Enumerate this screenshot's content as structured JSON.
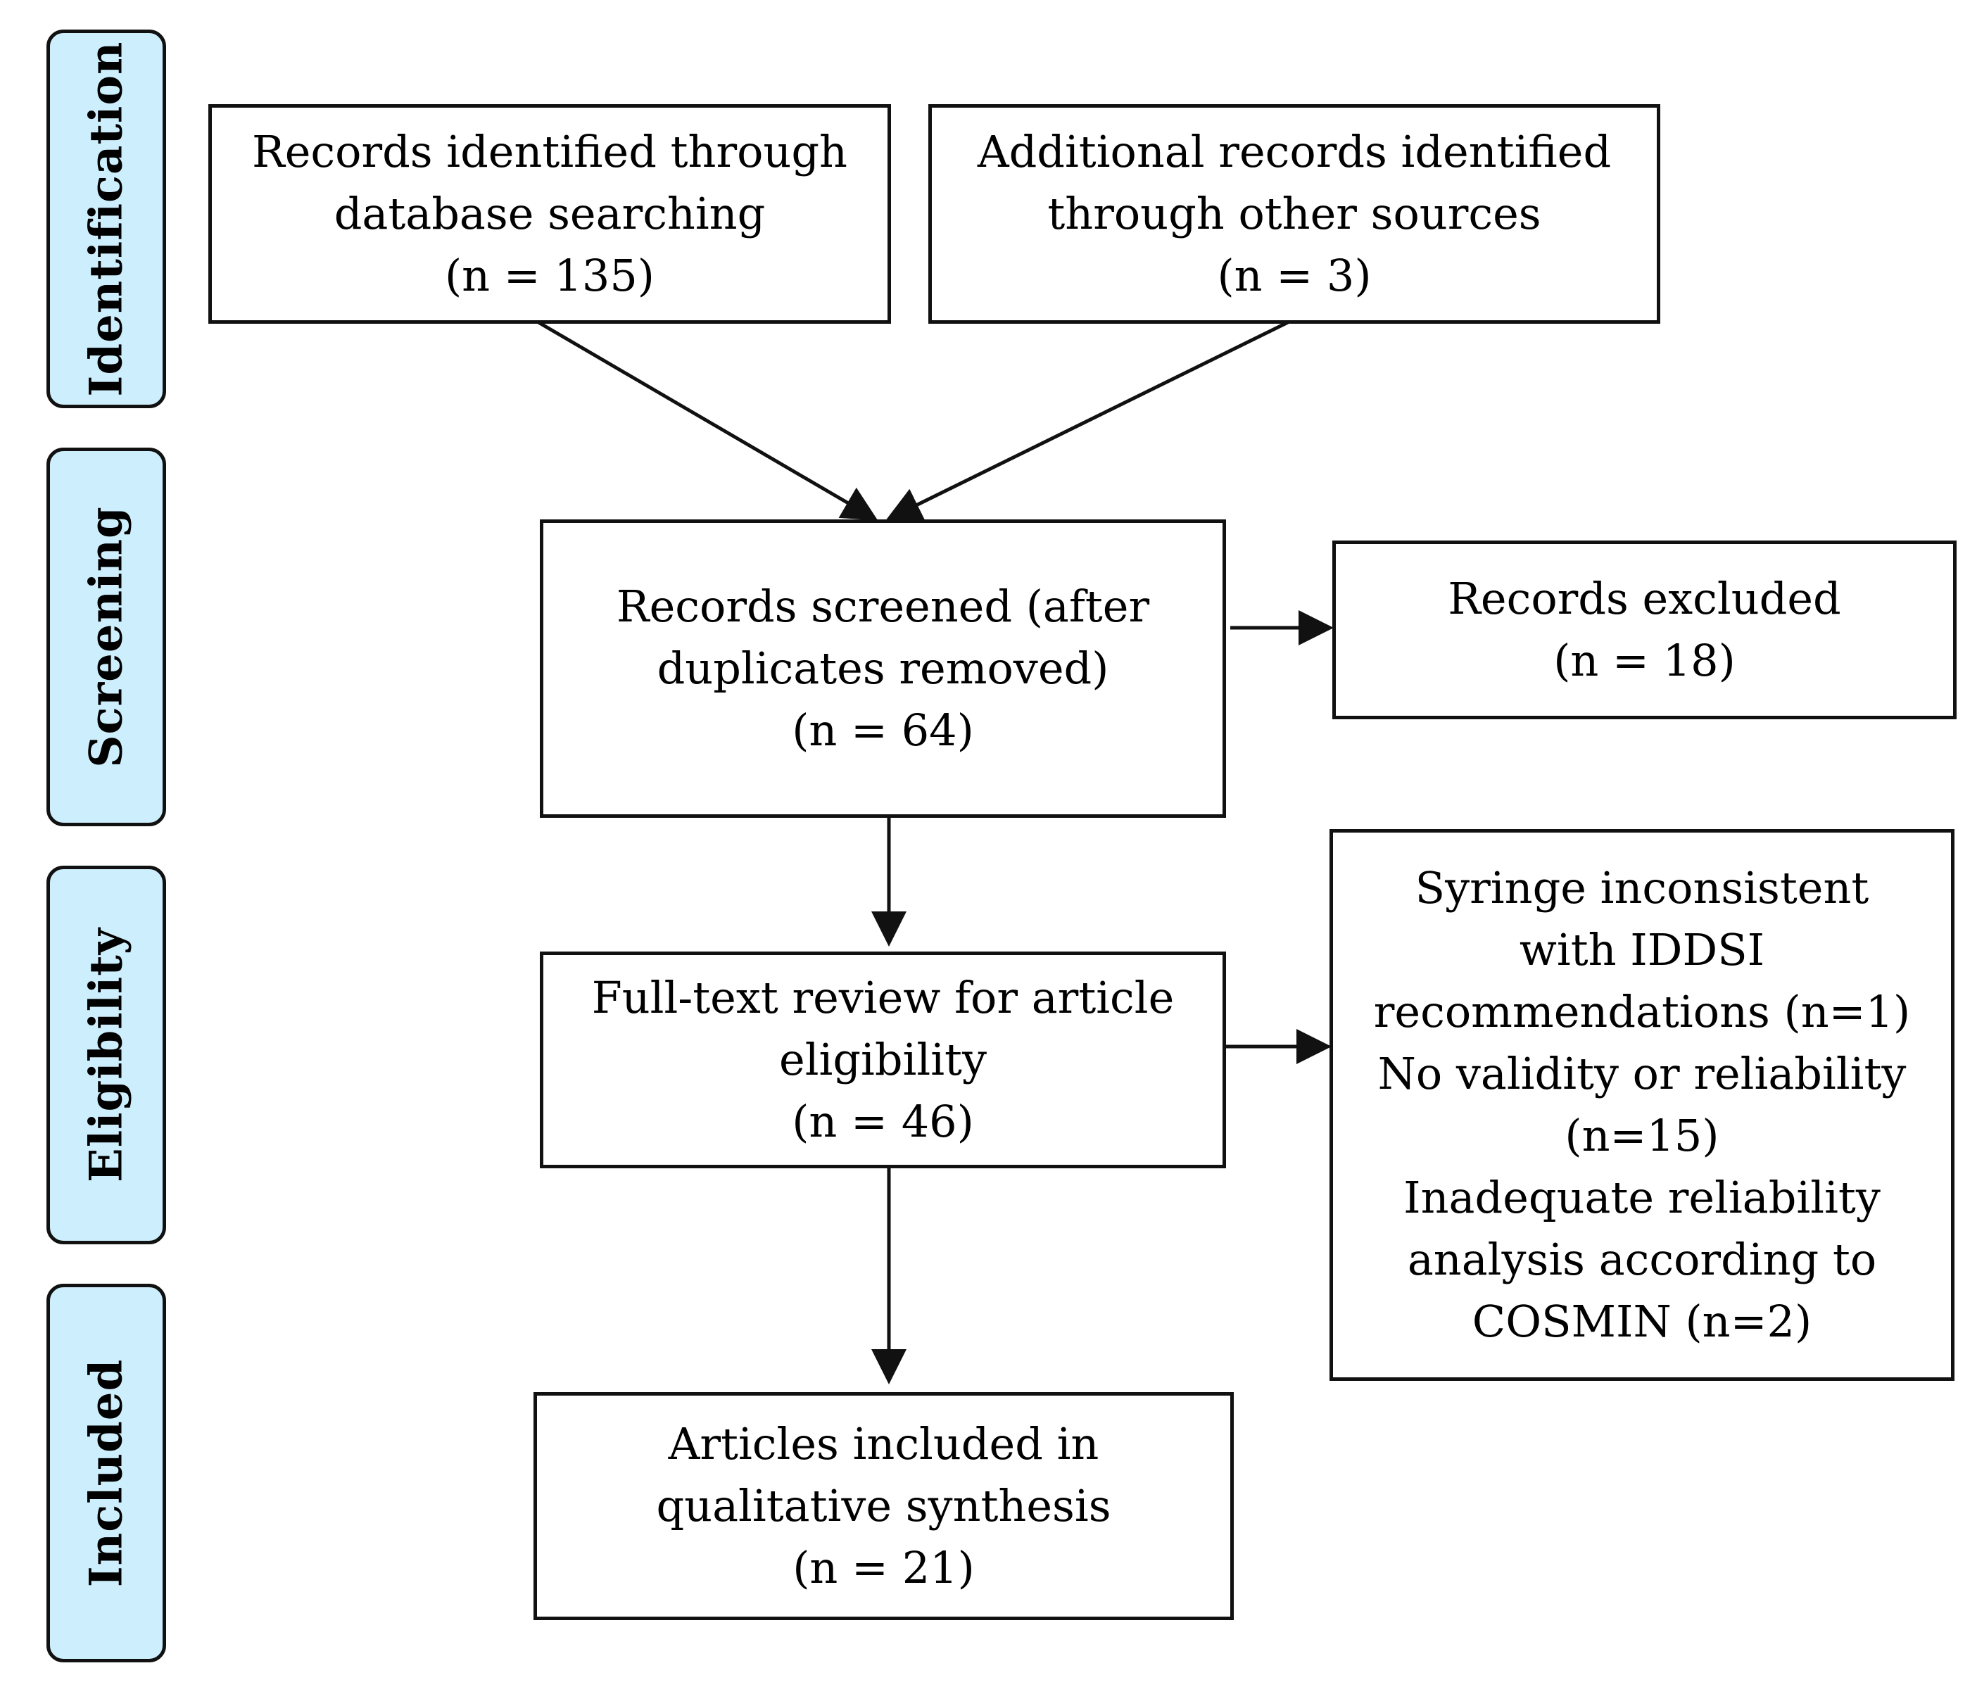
{
  "stages": {
    "identification": "Identification",
    "screening": "Screening",
    "eligibility": "Eligibility",
    "included": "Included"
  },
  "boxes": {
    "database_search": {
      "line1": "Records identified through",
      "line2": "database searching",
      "count": "(n = 135)"
    },
    "other_sources": {
      "line1": "Additional records identified",
      "line2": "through other sources",
      "count": "(n = 3)"
    },
    "screened": {
      "line1": "Records screened (after",
      "line2": "duplicates removed)",
      "count": "(n = 64)"
    },
    "excluded": {
      "line1": "Records excluded",
      "count": "(n = 18)"
    },
    "full_text": {
      "line1": "Full-text review for article",
      "line2": "eligibility",
      "count": "(n = 46)"
    },
    "full_text_excluded": {
      "line1": "Syringe inconsistent",
      "line2": "with IDDSI",
      "line3": "recommendations (n=1)",
      "line4": "No validity or reliability",
      "line5": "(n=15)",
      "line6": "Inadequate reliability",
      "line7": "analysis according to",
      "line8": "COSMIN (n=2)"
    },
    "included": {
      "line1": "Articles included in",
      "line2": "qualitative synthesis",
      "count": "(n = 21)"
    }
  },
  "colors": {
    "stage_fill": "#cdeefc",
    "stroke": "#111111",
    "box_fill": "#ffffff"
  }
}
